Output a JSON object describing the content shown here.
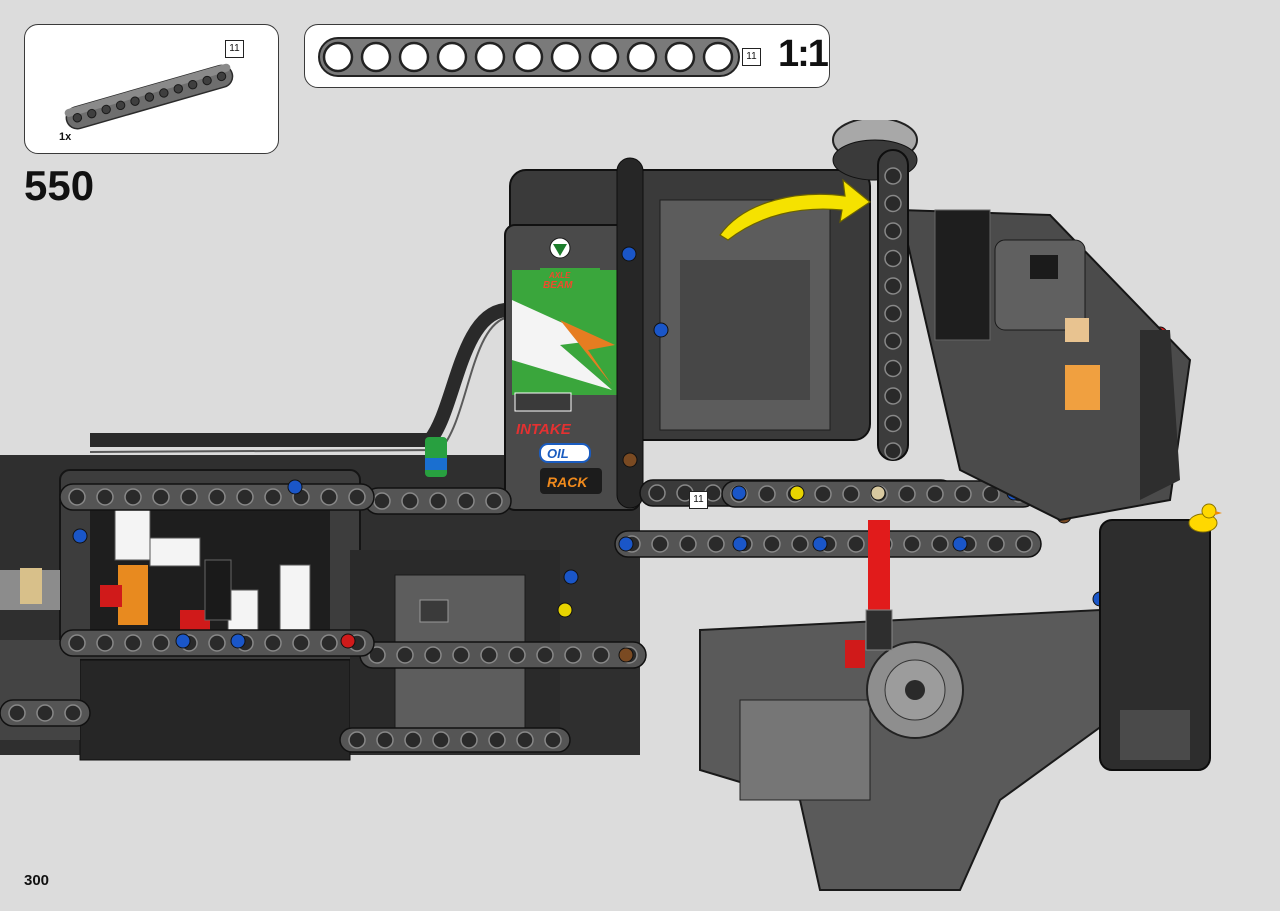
{
  "step": {
    "number": "550"
  },
  "parts_list": {
    "part": "gray technic beam",
    "length": "11",
    "quantity": "1x"
  },
  "scale_reference": {
    "length": "11",
    "ratio": "1:1"
  },
  "model_callout": {
    "length": "11"
  },
  "sticker": {
    "line1": "AXLE",
    "line2": "BEAM",
    "brand1": "INTAKE",
    "brand2": "OIL",
    "brand3": "RACK"
  },
  "page": {
    "number": "300"
  },
  "colors": {
    "background": "#dcdcdc",
    "beam": "#6e6e6e",
    "frame": "#3c3c3c",
    "highlight_arrow": "#f5e200",
    "sticker_green": "#3aa63c"
  },
  "icons": [
    "yellow-curved-arrow-icon",
    "rubber-duck-icon"
  ]
}
